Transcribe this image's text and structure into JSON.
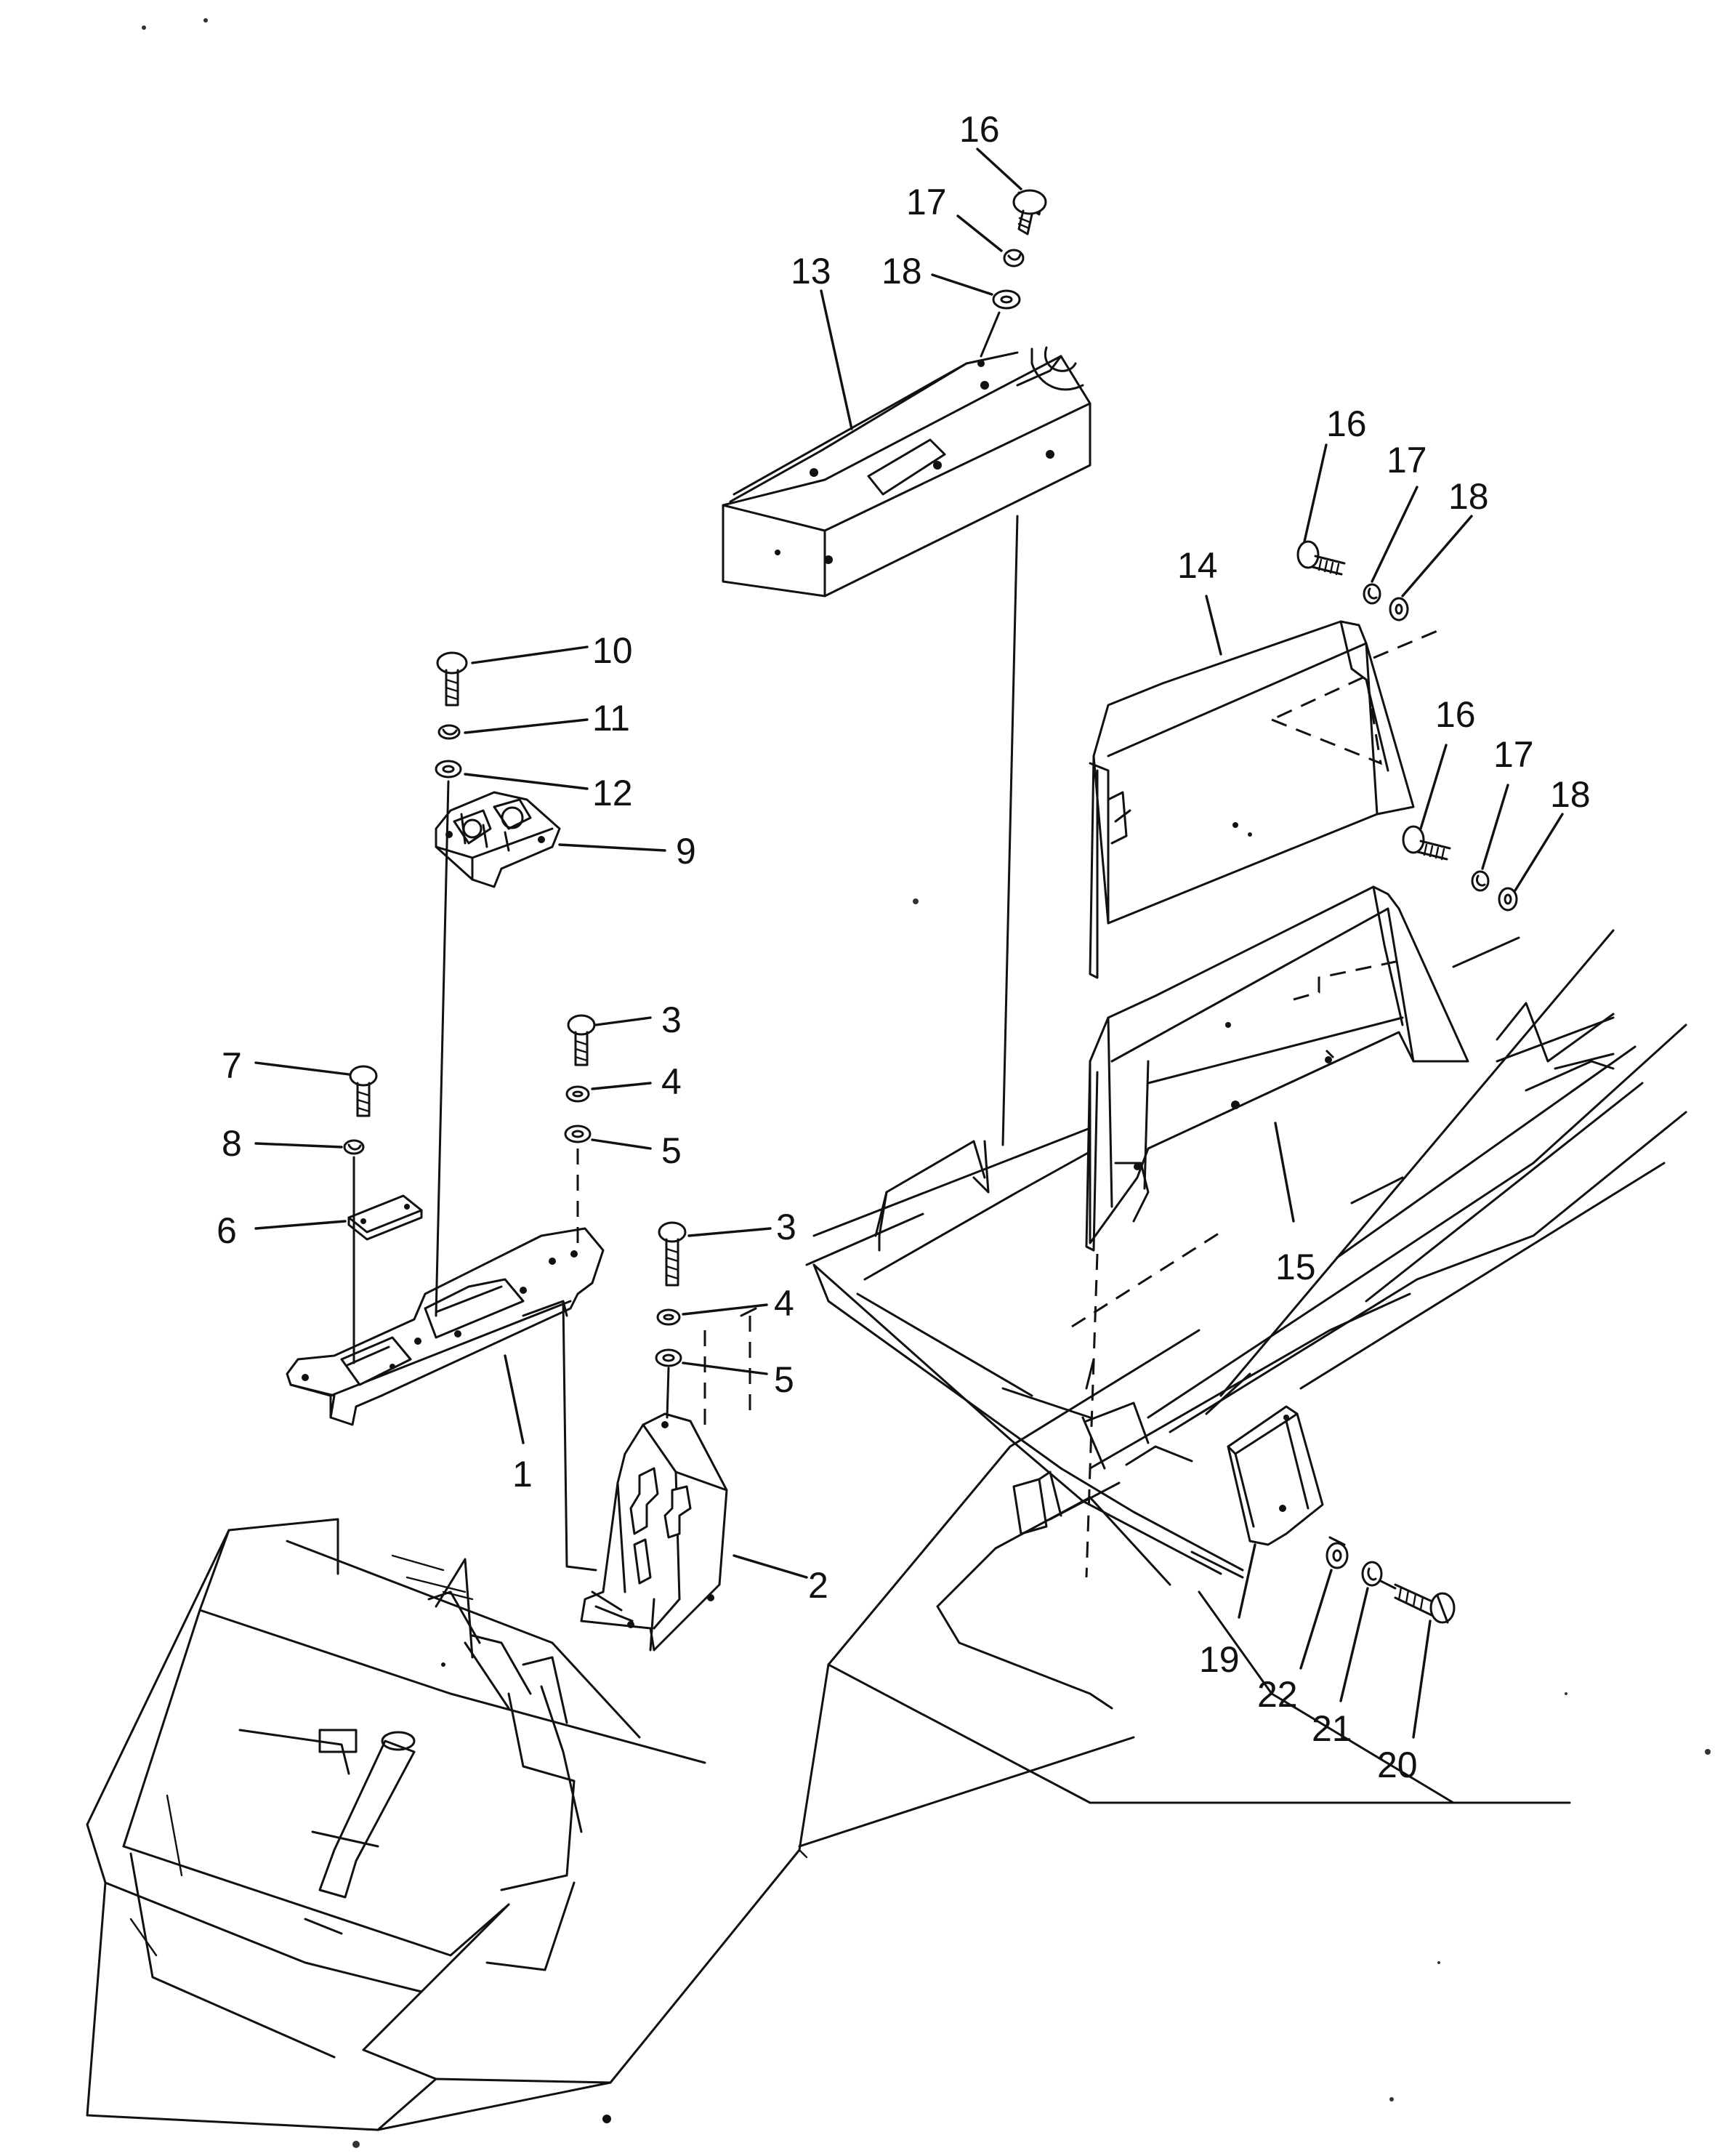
{
  "diagram": {
    "callouts": [
      {
        "id": "c1",
        "label": "1"
      },
      {
        "id": "c2",
        "label": "2"
      },
      {
        "id": "c3a",
        "label": "3"
      },
      {
        "id": "c3b",
        "label": "3"
      },
      {
        "id": "c4a",
        "label": "4"
      },
      {
        "id": "c4b",
        "label": "4"
      },
      {
        "id": "c5a",
        "label": "5"
      },
      {
        "id": "c5b",
        "label": "5"
      },
      {
        "id": "c6",
        "label": "6"
      },
      {
        "id": "c7",
        "label": "7"
      },
      {
        "id": "c8",
        "label": "8"
      },
      {
        "id": "c9",
        "label": "9"
      },
      {
        "id": "c10",
        "label": "10"
      },
      {
        "id": "c11",
        "label": "11"
      },
      {
        "id": "c12",
        "label": "12"
      },
      {
        "id": "c13",
        "label": "13"
      },
      {
        "id": "c14",
        "label": "14"
      },
      {
        "id": "c15",
        "label": "15"
      },
      {
        "id": "c16a",
        "label": "16"
      },
      {
        "id": "c16b",
        "label": "16"
      },
      {
        "id": "c16c",
        "label": "16"
      },
      {
        "id": "c17a",
        "label": "17"
      },
      {
        "id": "c17b",
        "label": "17"
      },
      {
        "id": "c17c",
        "label": "17"
      },
      {
        "id": "c18a",
        "label": "18"
      },
      {
        "id": "c18b",
        "label": "18"
      },
      {
        "id": "c18c",
        "label": "18"
      },
      {
        "id": "c19",
        "label": "19"
      },
      {
        "id": "c20",
        "label": "20"
      },
      {
        "id": "c21",
        "label": "21"
      },
      {
        "id": "c22",
        "label": "22"
      }
    ]
  }
}
